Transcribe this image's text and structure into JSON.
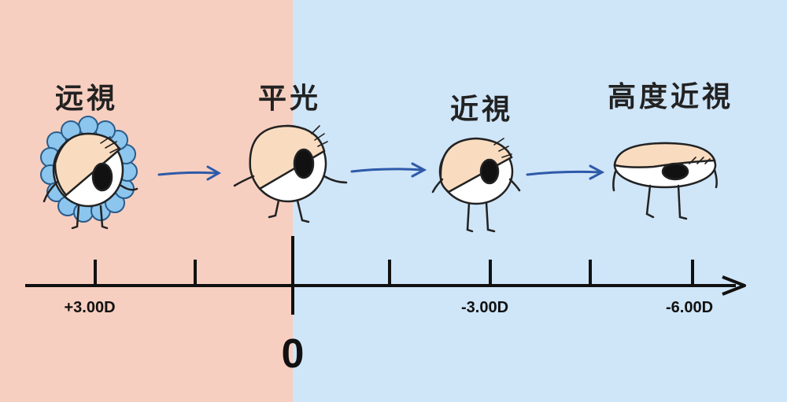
{
  "stages": [
    {
      "label": "远視"
    },
    {
      "label": "平光"
    },
    {
      "label": "近視"
    },
    {
      "label": "高度近視"
    }
  ],
  "axis": {
    "tick_labels": [
      "+3.00D",
      "-3.00D",
      "-6.00D"
    ],
    "zero_label": "0"
  },
  "colors": {
    "hyperopia_background": "#f7cfc0",
    "myopia_background": "#cfe5f8",
    "eye_lid": "#f9dcc0",
    "arrow": "#2e5aa8",
    "hair": "#8cc6ee"
  }
}
